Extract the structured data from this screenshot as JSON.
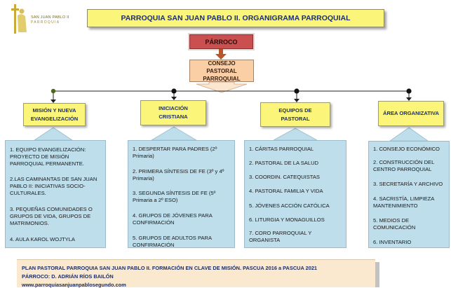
{
  "logo": {
    "line1": "SAN JUAN PABLO II",
    "line2": "PARROQUIA"
  },
  "title": "PARROQUIA SAN JUAN PABLO II.  ORGANIGRAMA PARROQUIAL",
  "parroco": "PÁRROCO",
  "consejo": "CONSEJO PASTORAL PARROQUIAL",
  "categories": [
    {
      "title": "MISIÓN Y NUEVA EVANGELIZACIÓN",
      "items": [
        "1. EQUIPO  EVANGELIZACIÓN: PROYECTO DE MISIÓN PARROQUIAL PERMANENTE.",
        "2.LAS  CAMINANTAS DE SAN JUAN PABLO II: INICIATIVAS SOCIO-CULTURALES.",
        "3. PEQUEÑAS COMUNIDADES O GRUPOS DE VIDA, GRUPOS DE MATRIMONIOS.",
        "4. AULA KAROL WOJTYLA"
      ]
    },
    {
      "title": "INICIACIÓN CRISTIANA",
      "items": [
        "1. DESPERTAR PARA PADRES (2º Primaria)",
        "2. PRIMERA SÍNTESIS DE FE (3º y 4º Primaria)",
        "3. SEGUNDA SÍNTESIS DE FE (5º Primaria a 2º ESO)",
        "4. GRUPOS DE JÓVENES PARA CONFIRMACIÓN",
        "5. GRUPOS DE ADULTOS PARA CONFIRMACIÓN"
      ]
    },
    {
      "title": "EQUIPOS DE PASTORAL",
      "items": [
        "1. CÁRITAS PARROQUIAL",
        "2. PASTORAL DE LA SALUD",
        "3. COORDIN.   CATEQUISTAS",
        "4. PASTORAL FAMILIA Y VIDA",
        "5. JÓVENES ACCIÓN CATÓLICA",
        "6. LITURGIA Y MONAGUILLOS",
        "7. CORO PARROQUIAL Y ORGANISTA"
      ]
    },
    {
      "title": "ÁREA ORGANIZATIVA",
      "items": [
        "1. CONSEJO ECONÓMICO",
        "2. CONSTRUCCIÓN DEL CENTRO  PARROQUIAL",
        "3. SECRETARÍA Y ARCHIVO",
        "4. SACRISTÍA,  LIMPIEZA MANTENIMIENTO",
        "5. MEDIOS DE COMUNICACIÓN",
        "6. INVENTARIO"
      ]
    }
  ],
  "footer": {
    "line1": "PLAN PASTORAL PARROQUIA SAN JUAN PABLO II. FORMACIÓN EN CLAVE DE MISIÓN. PASCUA 2016 a PASCUA 2021",
    "line2": "PÁRROCO: D. ADRIÁN RÍOS BAILÓN",
    "line3": "www.parroquiasanjuanpablosegundo.com"
  },
  "colors": {
    "title_bg": "#fbf57a",
    "parroco_bg": "#c9504e",
    "consejo_bg": "#fbcfa6",
    "panel_bg": "#bedeeb",
    "footer_bg": "#fbe9cf",
    "text_navy": "#1d2f66"
  }
}
